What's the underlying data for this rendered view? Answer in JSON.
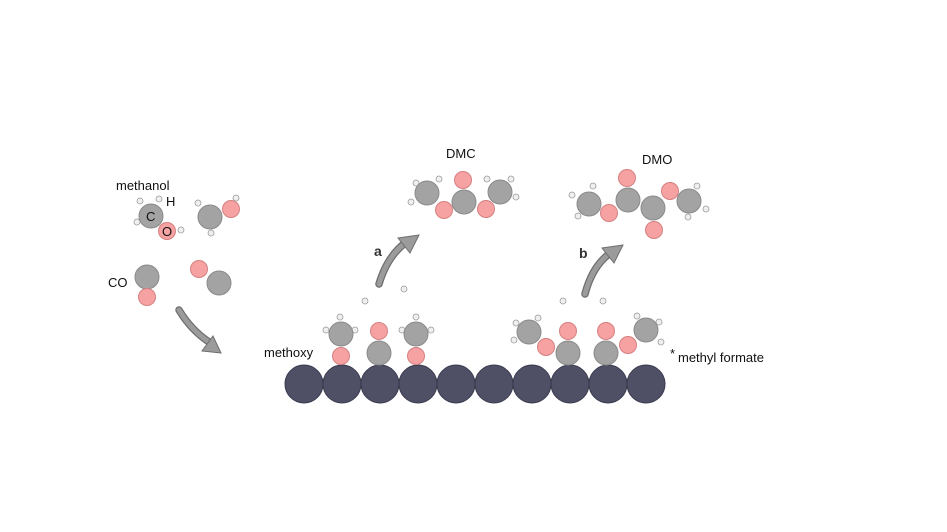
{
  "labels": {
    "methanol": "methanol",
    "atom_c": "C",
    "atom_h": "H",
    "atom_o": "O",
    "co": "CO",
    "methoxy": "methoxy",
    "dmc": "DMC",
    "dmo": "DMO",
    "path_a": "a",
    "path_b": "b",
    "star": "*",
    "methyl_formate": "methyl formate"
  },
  "colors": {
    "carbon": "#a3a3a3",
    "carbon_stroke": "#8a8a8a",
    "oxygen": "#f7a2a2",
    "oxygen_stroke": "#d58080",
    "hydrogen": "#efefef",
    "hydrogen_stroke": "#9a9a9a",
    "surface": "#4f4f66",
    "surface_stroke": "#3a3a4e",
    "arrow": "#9b9b9b",
    "arrow_stroke": "#6e6e6e"
  },
  "surface": {
    "atom_count": 10
  }
}
